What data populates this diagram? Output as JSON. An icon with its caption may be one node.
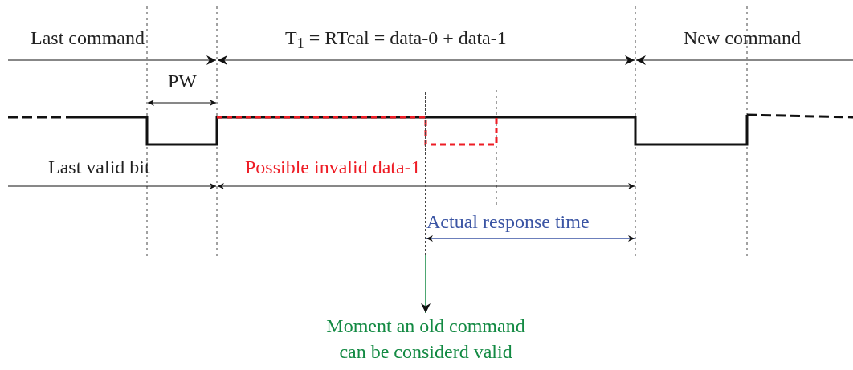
{
  "diagram": {
    "nodes": [
      {
        "text": [],
        "shape": "line"
      },
      {
        "text": [
          "Moment an old command can be considerd valid"
        ]
      }
    ],
    "edges": [
      {
        "from": 0,
        "to": 1,
        "arrow": "to",
        "color": "#138a43"
      }
    ],
    "labels": [
      "Last command",
      "T$_{1}$ = RTcal = data-0 + data-1",
      "New command",
      "PW",
      "Last valid bit",
      "Possible invalid data-1",
      "Actual response time"
    ]
  }
}
